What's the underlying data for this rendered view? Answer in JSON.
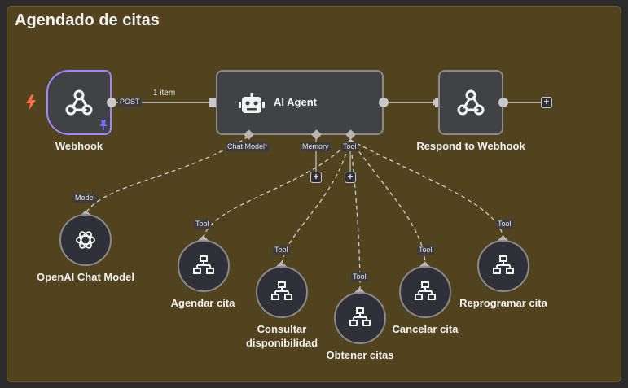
{
  "workflow": {
    "title": "Agendado de citas"
  },
  "nodes": {
    "webhook": {
      "label": "Webhook",
      "output": "POST"
    },
    "agent": {
      "label": "AI Agent",
      "ports": {
        "chat_model": "Chat Model",
        "chat_model_required": "*",
        "memory": "Memory",
        "tool": "Tool"
      }
    },
    "respond": {
      "label": "Respond to Webhook"
    },
    "openai": {
      "label": "OpenAI Chat Model",
      "port": "Model"
    },
    "agendar": {
      "label": "Agendar cita",
      "port": "Tool"
    },
    "consultar": {
      "label": "Consultar disponibilidad",
      "port": "Tool"
    },
    "obtener": {
      "label": "Obtener citas",
      "port": "Tool"
    },
    "cancelar": {
      "label": "Cancelar cita",
      "port": "Tool"
    },
    "reprogramar": {
      "label": "Reprogramar cita",
      "port": "Tool"
    }
  },
  "edges": {
    "webhook_to_agent": "1 item"
  },
  "controls": {
    "add_symbol": "+"
  },
  "colors": {
    "canvas": "#52431f",
    "node": "#414244",
    "node_border": "#8a8a8a",
    "webhook_accent": "#9b87ff",
    "trigger": "#ff6b4a",
    "pin": "#7a6cff"
  }
}
